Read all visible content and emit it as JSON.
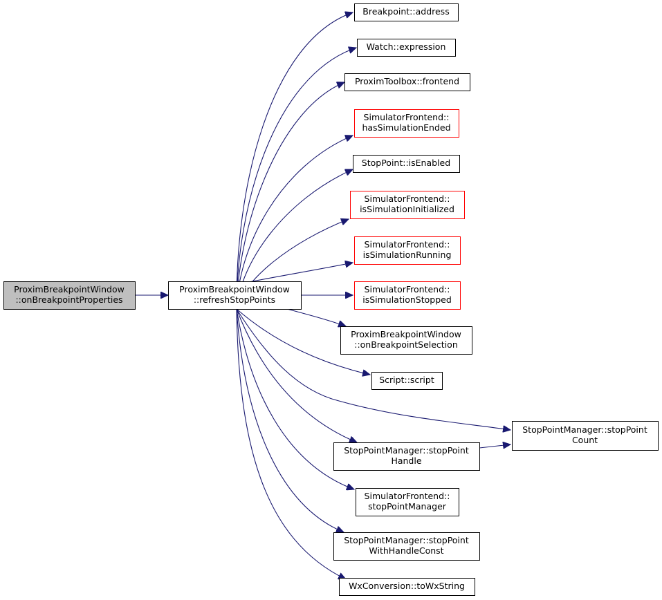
{
  "graph": {
    "edge_color": "#191970",
    "red_border_color": "#ff0000",
    "root_fill": "#bfbfbf",
    "nodes": [
      {
        "id": "root",
        "lines": [
          "ProximBreakpointWindow",
          "::onBreakpointProperties"
        ],
        "style": "root"
      },
      {
        "id": "refresh",
        "lines": [
          "ProximBreakpointWindow",
          "::refreshStopPoints"
        ],
        "style": "normal"
      },
      {
        "id": "address",
        "lines": [
          "Breakpoint::address"
        ],
        "style": "normal"
      },
      {
        "id": "expression",
        "lines": [
          "Watch::expression"
        ],
        "style": "normal"
      },
      {
        "id": "frontend",
        "lines": [
          "ProximToolbox::frontend"
        ],
        "style": "normal"
      },
      {
        "id": "hasSimEnded",
        "lines": [
          "SimulatorFrontend::",
          "hasSimulationEnded"
        ],
        "style": "red"
      },
      {
        "id": "isEnabled",
        "lines": [
          "StopPoint::isEnabled"
        ],
        "style": "normal"
      },
      {
        "id": "isSimInit",
        "lines": [
          "SimulatorFrontend::",
          "isSimulationInitialized"
        ],
        "style": "red"
      },
      {
        "id": "isSimRun",
        "lines": [
          "SimulatorFrontend::",
          "isSimulationRunning"
        ],
        "style": "red"
      },
      {
        "id": "isSimStop",
        "lines": [
          "SimulatorFrontend::",
          "isSimulationStopped"
        ],
        "style": "red"
      },
      {
        "id": "onBpSel",
        "lines": [
          "ProximBreakpointWindow",
          "::onBreakpointSelection"
        ],
        "style": "normal"
      },
      {
        "id": "script",
        "lines": [
          "Script::script"
        ],
        "style": "normal"
      },
      {
        "id": "spCount",
        "lines": [
          "StopPointManager::stopPoint",
          "Count"
        ],
        "style": "normal"
      },
      {
        "id": "spHandle",
        "lines": [
          "StopPointManager::stopPoint",
          "Handle"
        ],
        "style": "normal"
      },
      {
        "id": "spManager",
        "lines": [
          "SimulatorFrontend::",
          "stopPointManager"
        ],
        "style": "normal"
      },
      {
        "id": "spWithHandle",
        "lines": [
          "StopPointManager::stopPoint",
          "WithHandleConst"
        ],
        "style": "normal"
      },
      {
        "id": "toWx",
        "lines": [
          "WxConversion::toWxString"
        ],
        "style": "normal"
      }
    ],
    "edges": [
      {
        "from": "root",
        "to": "refresh"
      },
      {
        "from": "refresh",
        "to": "address"
      },
      {
        "from": "refresh",
        "to": "expression"
      },
      {
        "from": "refresh",
        "to": "frontend"
      },
      {
        "from": "refresh",
        "to": "hasSimEnded"
      },
      {
        "from": "refresh",
        "to": "isEnabled"
      },
      {
        "from": "refresh",
        "to": "isSimInit"
      },
      {
        "from": "refresh",
        "to": "isSimRun"
      },
      {
        "from": "refresh",
        "to": "isSimStop"
      },
      {
        "from": "refresh",
        "to": "onBpSel"
      },
      {
        "from": "refresh",
        "to": "script"
      },
      {
        "from": "refresh",
        "to": "spCount"
      },
      {
        "from": "refresh",
        "to": "spHandle"
      },
      {
        "from": "refresh",
        "to": "spManager"
      },
      {
        "from": "refresh",
        "to": "spWithHandle"
      },
      {
        "from": "refresh",
        "to": "toWx"
      },
      {
        "from": "spHandle",
        "to": "spCount"
      }
    ]
  }
}
